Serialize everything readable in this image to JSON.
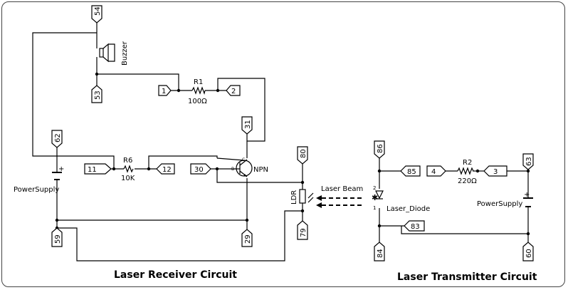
{
  "titles": {
    "receiver": "Laser Receiver Circuit",
    "transmitter": "Laser Transmitter Circuit"
  },
  "components": {
    "buzzer": "Buzzer",
    "r1_ref": "R1",
    "r1_val": "100Ω",
    "r6_ref": "R6",
    "r6_val": "10K",
    "npn": "NPN",
    "npn_b": "B",
    "npn_c": "C",
    "npn_e": "E",
    "ldr": "LDR",
    "ps_left": "PowerSupply",
    "ps_right": "PowerSupply",
    "r2_ref": "R2",
    "r2_val": "220Ω",
    "laser_diode": "Laser_Diode",
    "laser_beam": "Laser Beam",
    "pin2": "2",
    "pin1": "1",
    "plus": "+"
  },
  "pins": {
    "p54": "54",
    "p53": "53",
    "p1": "1",
    "p2": "2",
    "p31": "31",
    "p62": "62",
    "p11": "11",
    "p12": "12",
    "p30": "30",
    "p80": "80",
    "p79": "79",
    "p29": "29",
    "p59": "59",
    "p86": "86",
    "p85": "85",
    "p4": "4",
    "p3": "3",
    "p63": "63",
    "p83": "83",
    "p84": "84",
    "p60": "60"
  },
  "colors": {
    "line": "#000000",
    "frame": "#444444"
  }
}
